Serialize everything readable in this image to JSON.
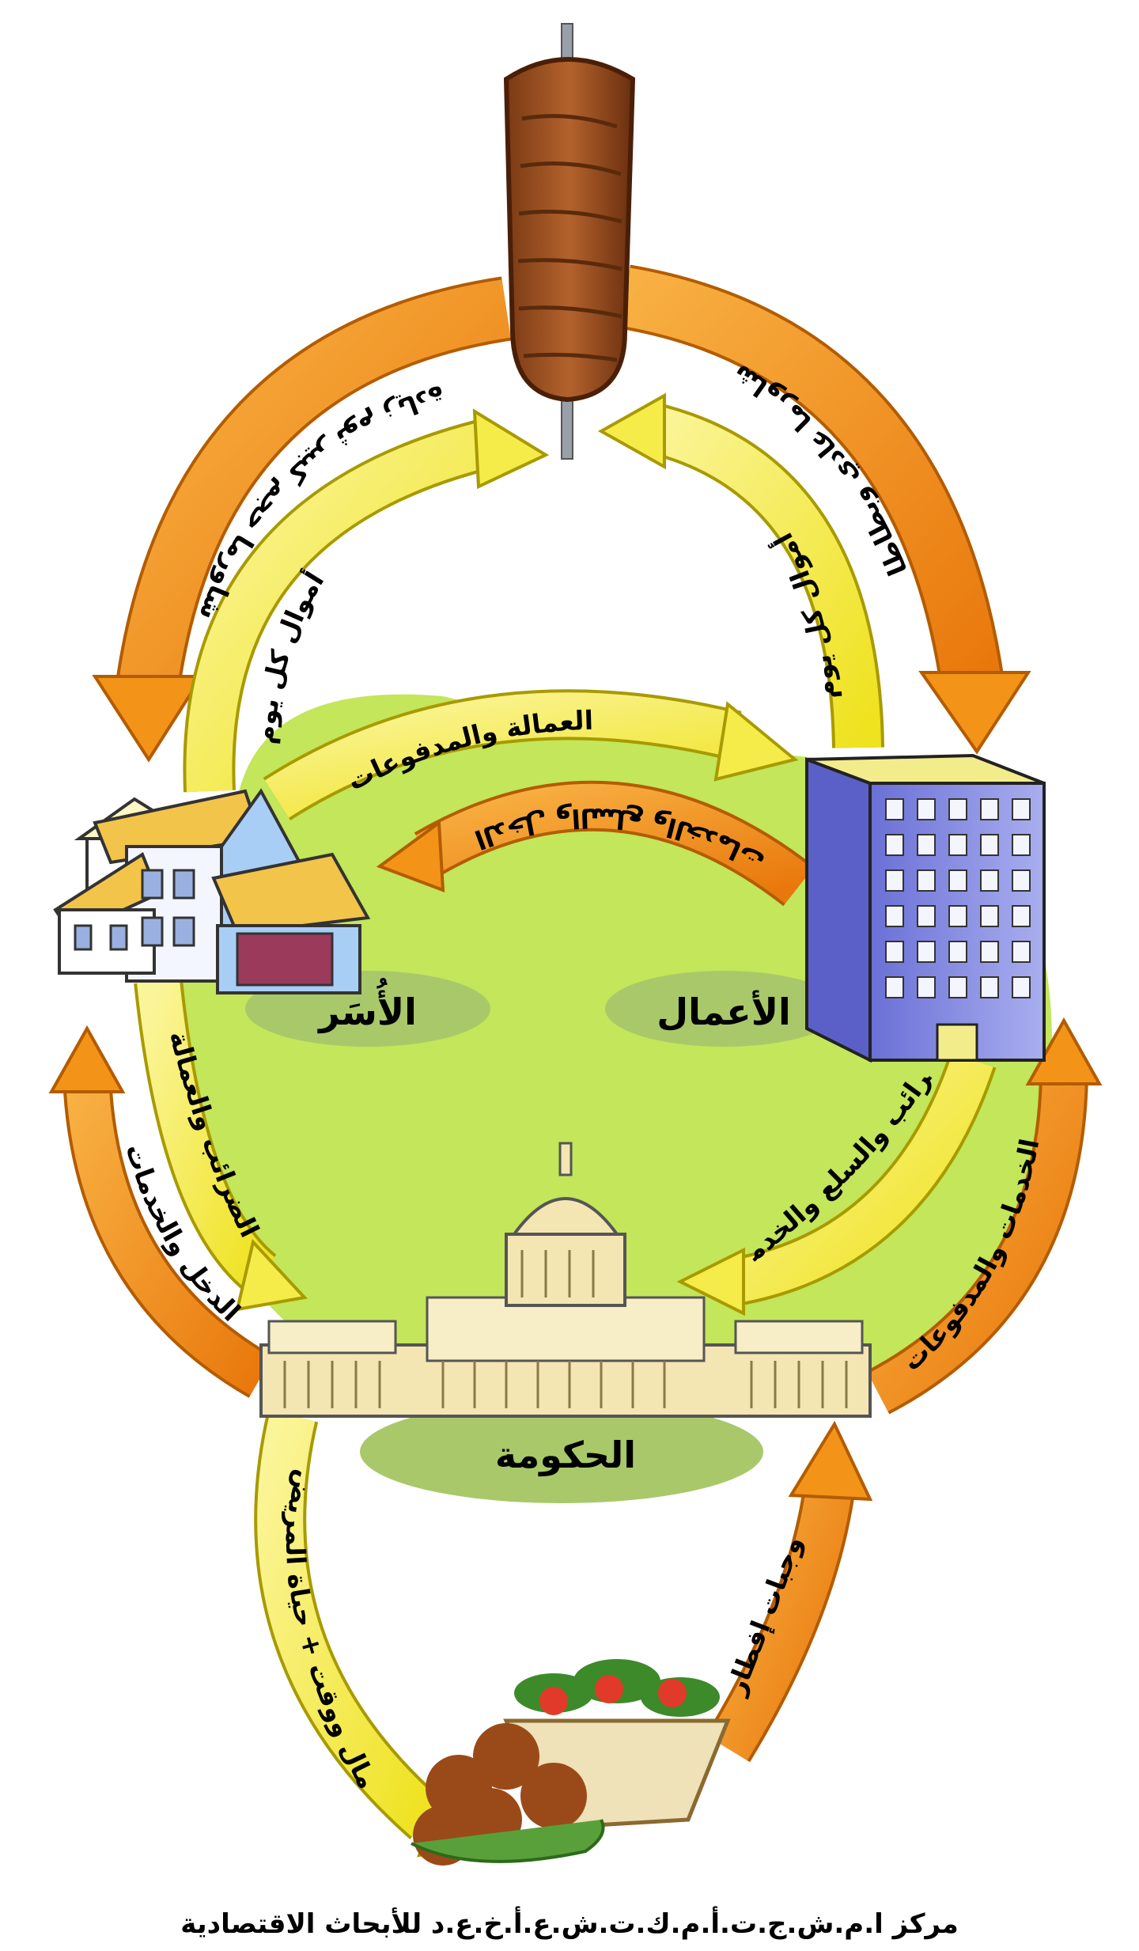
{
  "nodes": {
    "shawarma": "",
    "households": "الأُسَر",
    "businesses": "الأعمال",
    "government": "الحكومة",
    "falafel": ""
  },
  "flows": {
    "top_left_outer": "شاورما حجم كبير ثوم زيادة",
    "top_right_outer": "شاورما عادي وبطاطا",
    "top_left_inner": "أموال كل يوم",
    "top_right_inner": "أموال كل يوم",
    "labor_payments": "العمالة والمدفوعات",
    "income_goods_services": "الدخل والسلع والخدمات",
    "left_taxes_labor": "الضرائب والعمالة",
    "right_taxes_goods": "الضرائب والسلع والخدمات",
    "left_income_services": "الدخل والخدمات",
    "right_services_payments": "الخدمات والمدفوعات",
    "bottom_left": "مال ووقت + حياة المريض",
    "bottom_right": "وجبات إفطار"
  },
  "footer": "مركز ا.م.ش.ج.ت.أ.م.ك.ت.ش.ع.أ.خ.ع.د للأبحاث الاقتصادية",
  "colors": {
    "orange": "#f39418",
    "yellow": "#f5ec4a",
    "green": "#c3e65a",
    "shadow": "#a9c86a",
    "building_blue": "#8a90e6",
    "cream": "#f3e6b2"
  }
}
